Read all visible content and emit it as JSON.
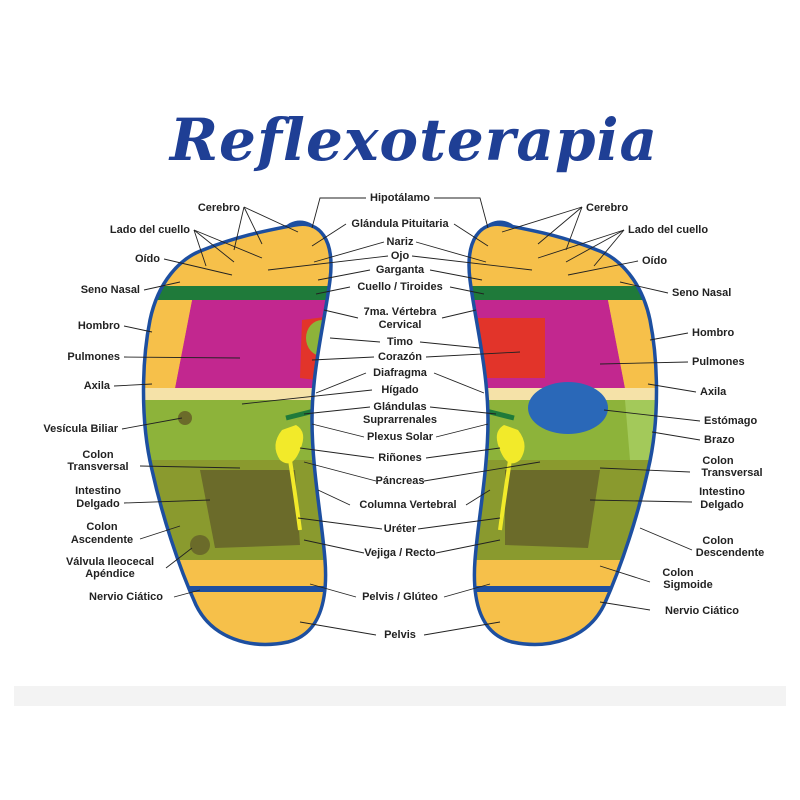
{
  "title": "Reflexoterapia",
  "colors": {
    "title": "#1f3f95",
    "outline": "#1d4fa0",
    "toes": "#f28c28",
    "skin": "#f6c04a",
    "neck_band": "#1f7a3a",
    "chest": "#c2278f",
    "lungs_arm": "#8db33a",
    "intestines": "#8a9a2e",
    "small_intestine": "#6b6b2a",
    "heart": "#e2342a",
    "liver_stomach": "#2a68b8",
    "kidneys": "#f2ea2a",
    "diaphragm": "#f5e2a8"
  },
  "center_labels": [
    "Hipotálamo",
    "Glándula Pituitaria",
    "Nariz",
    "Ojo",
    "Garganta",
    "Cuello / Tiroides",
    "7ma. Vértebra",
    "Cervical",
    "Timo",
    "Corazón",
    "Diafragma",
    "Hígado",
    "Glándulas",
    "Suprarrenales",
    "Plexus Solar",
    "Riñones",
    "Páncreas",
    "Columna Vertebral",
    "Uréter",
    "Vejiga / Recto",
    "Pelvis / Glúteo",
    "Pelvis"
  ],
  "left_labels": [
    "Cerebro",
    "Lado del cuello",
    "Oído",
    "Seno Nasal",
    "Hombro",
    "Pulmones",
    "Axila",
    "Vesícula Biliar",
    "Colon",
    "Transversal",
    "Intestino",
    "Delgado",
    "Colon",
    "Ascendente",
    "Válvula Ileocecal",
    "Apéndice",
    "Nervio Ciático"
  ],
  "right_labels": [
    "Cerebro",
    "Lado del cuello",
    "Oído",
    "Seno Nasal",
    "Hombro",
    "Pulmones",
    "Axila",
    "Estómago",
    "Brazo",
    "Colon",
    "Transversal",
    "Intestino",
    "Delgado",
    "Colon",
    "Descendente",
    "Colon",
    "Sigmoide",
    "Nervio Ciático"
  ]
}
